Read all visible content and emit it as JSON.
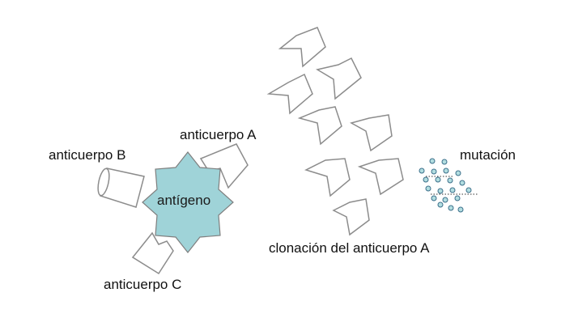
{
  "labels": {
    "antibody_a": "anticuerpo A",
    "antibody_b": "anticuerpo B",
    "antibody_c": "anticuerpo C",
    "antigen": "antígeno",
    "cloning": "clonación del anticuerpo A",
    "mutation": "mutación"
  },
  "colors": {
    "antigen_fill": "#9fd3d8",
    "outline": "#8c8c8c",
    "mutation_dot_fill": "#b2dde0",
    "mutation_dot_stroke": "#3b6f8a"
  }
}
